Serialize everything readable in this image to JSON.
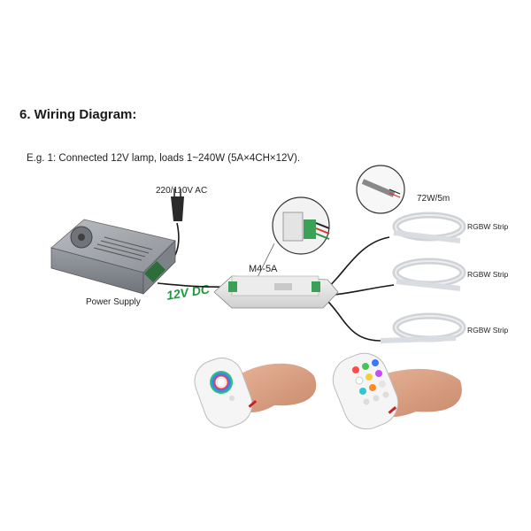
{
  "heading": "6. Wiring Diagram:",
  "subtitle": "E.g. 1: Connected 12V lamp, loads 1~240W (5A×4CH×12V).",
  "ac_label": "220/110V AC",
  "power_supply_label": "Power Supply",
  "dc_label": "12V DC",
  "controller_label": "M4-5A",
  "strip_rating": "72W/5m",
  "strips": [
    {
      "label": "RGBW Strip"
    },
    {
      "label": "RGBW Strip"
    },
    {
      "label": "RGBW Strip"
    }
  ],
  "colors": {
    "dc_text": "#1e9a3c",
    "remote_red_logo": "#cc2222",
    "wire": "#1a1a1a"
  }
}
